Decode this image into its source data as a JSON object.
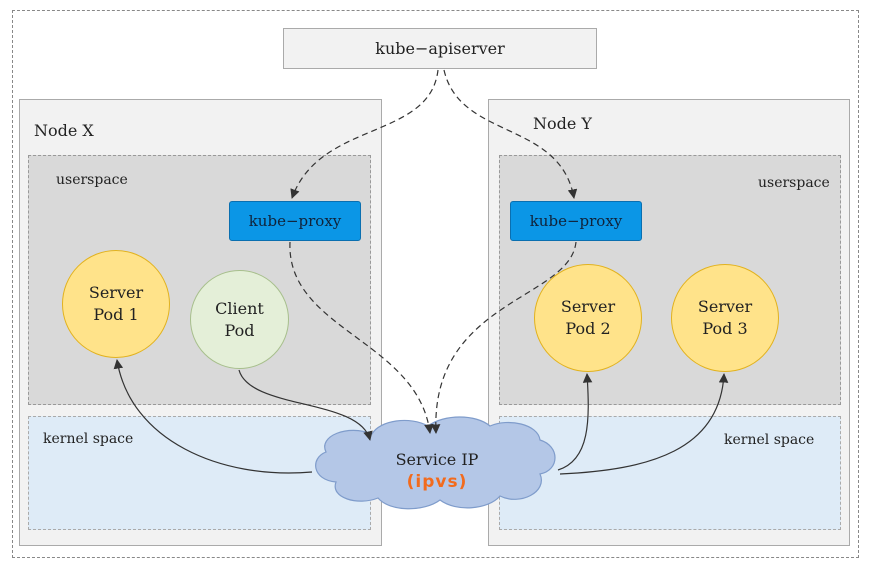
{
  "diagram": {
    "apiserver": "kube−apiserver",
    "node_x": {
      "title": "Node X",
      "userspace": "userspace",
      "kernel_space": "kernel space",
      "proxy": "kube−proxy",
      "server_pod": {
        "line1": "Server",
        "line2": "Pod 1"
      },
      "client_pod": {
        "line1": "Client",
        "line2": "Pod"
      }
    },
    "node_y": {
      "title": "Node Y",
      "userspace": "userspace",
      "kernel_space": "kernel space",
      "proxy": "kube−proxy",
      "server_pod_2": {
        "line1": "Server",
        "line2": "Pod 2"
      },
      "server_pod_3": {
        "line1": "Server",
        "line2": "Pod 3"
      }
    },
    "service": {
      "label": "Service IP",
      "sub": "(ipvs)"
    },
    "colors": {
      "proxy": "#0b96e6",
      "server_pod": "#ffe38a",
      "client_pod": "#e4efd8",
      "kernel_space": "#deebf7",
      "cloud": "#b4c7e7",
      "ipvs_text": "#f26b1d"
    }
  }
}
